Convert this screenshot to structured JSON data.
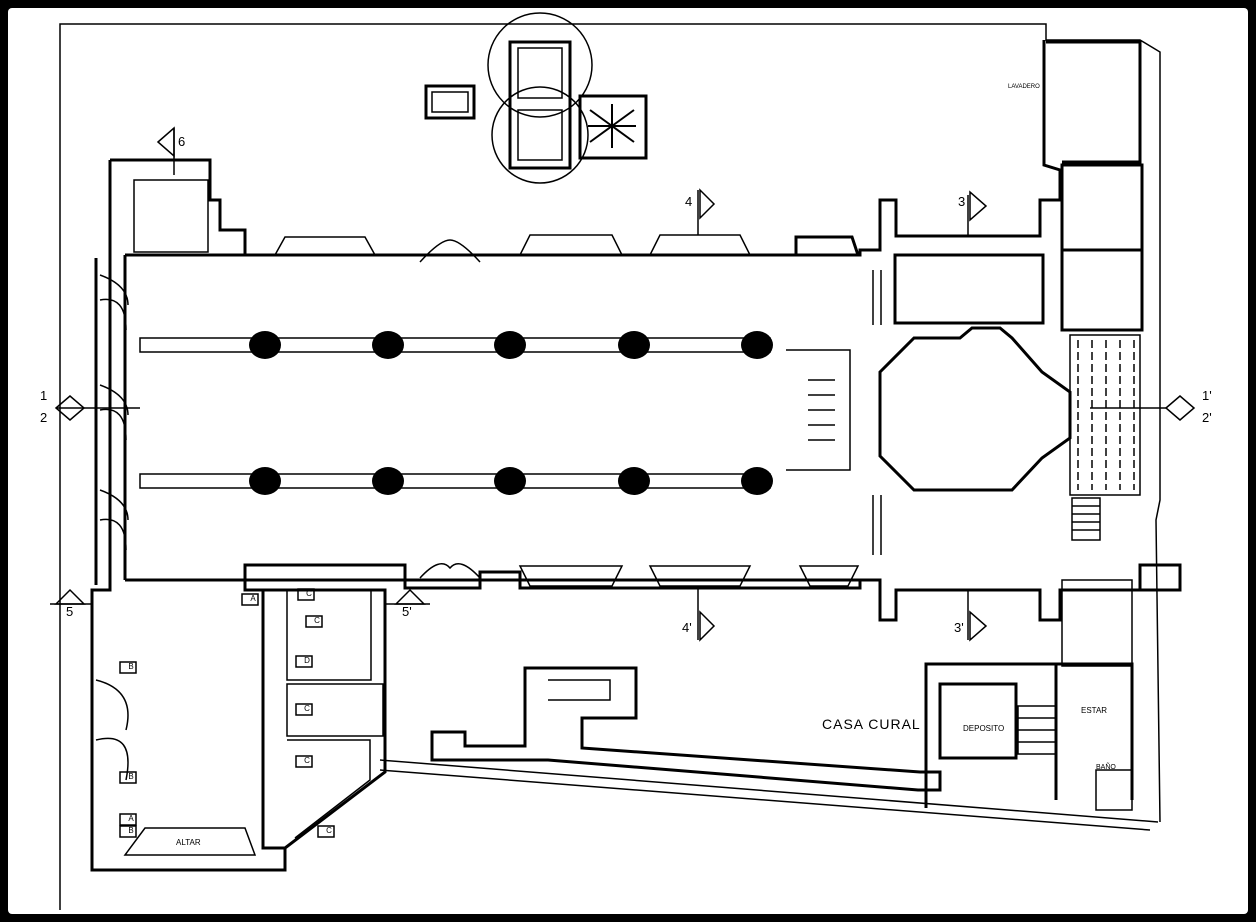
{
  "labels": {
    "casa_cural": "CASA CURAL",
    "deposito": "DEPOSITO",
    "estar": "ESTAR",
    "bano": "BAÑO",
    "altar": "ALTAR",
    "lavadero": "LAVADERO"
  },
  "section_marks": {
    "s1": "1",
    "s2": "2",
    "s1p": "1'",
    "s2p": "2'",
    "s3": "3",
    "s3p": "3'",
    "s4": "4",
    "s4p": "4'",
    "s5": "5",
    "s5p": "5'",
    "s6": "6"
  },
  "window_tags": {
    "a": "A",
    "b": "B",
    "c": "C",
    "d": "D"
  }
}
